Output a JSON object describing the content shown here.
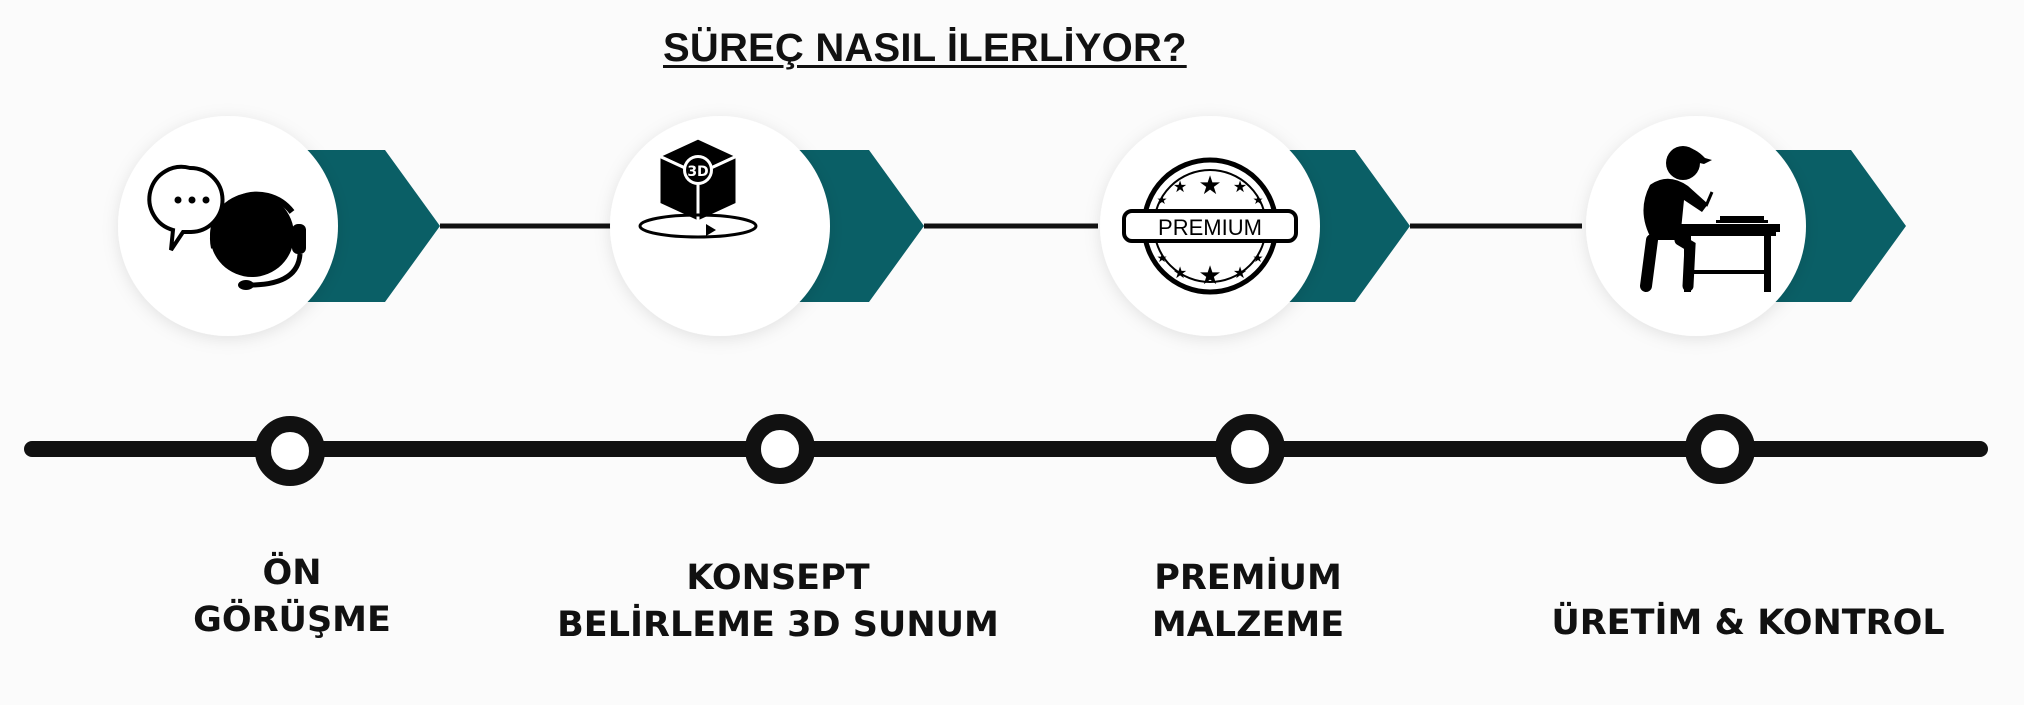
{
  "title": "SÜREÇ NASIL İLERLİYOR?",
  "colors": {
    "accent": "#0a5f66",
    "line": "#111111",
    "circle": "#ffffff"
  },
  "steps": [
    {
      "icon": "customer-support-chat-icon",
      "lines": [
        "ÖN",
        "GÖRÜŞME"
      ]
    },
    {
      "icon": "3d-rotating-cube-icon",
      "badge": "3D",
      "lines": [
        "KONSEPT",
        "BELİRLEME 3D SUNUM"
      ]
    },
    {
      "icon": "premium-stamp-icon",
      "badge": "PREMIUM",
      "lines": [
        "PREMİUM",
        "MALZEME"
      ]
    },
    {
      "icon": "craftsman-at-workbench-icon",
      "lines": [
        "ÜRETİM & KONTROL"
      ]
    }
  ]
}
